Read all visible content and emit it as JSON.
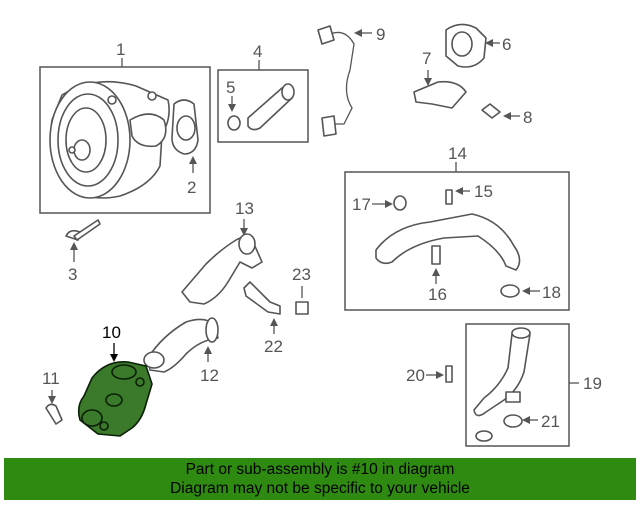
{
  "callouts": {
    "c1": "1",
    "c2": "2",
    "c3": "3",
    "c4": "4",
    "c5": "5",
    "c6": "6",
    "c7": "7",
    "c8": "8",
    "c9": "9",
    "c10": "10",
    "c11": "11",
    "c12": "12",
    "c13": "13",
    "c14": "14",
    "c15": "15",
    "c16": "16",
    "c17": "17",
    "c18": "18",
    "c19": "19",
    "c20": "20",
    "c21": "21",
    "c22": "22",
    "c23": "23"
  },
  "highlighted_part": "10",
  "colors": {
    "highlight_fill": "#3a7a2a",
    "banner_bg": "#2f8a12",
    "line": "#555555"
  },
  "banner": {
    "line1": "Part or sub-assembly is #10 in diagram",
    "line2": "Diagram may not be specific to your vehicle"
  }
}
